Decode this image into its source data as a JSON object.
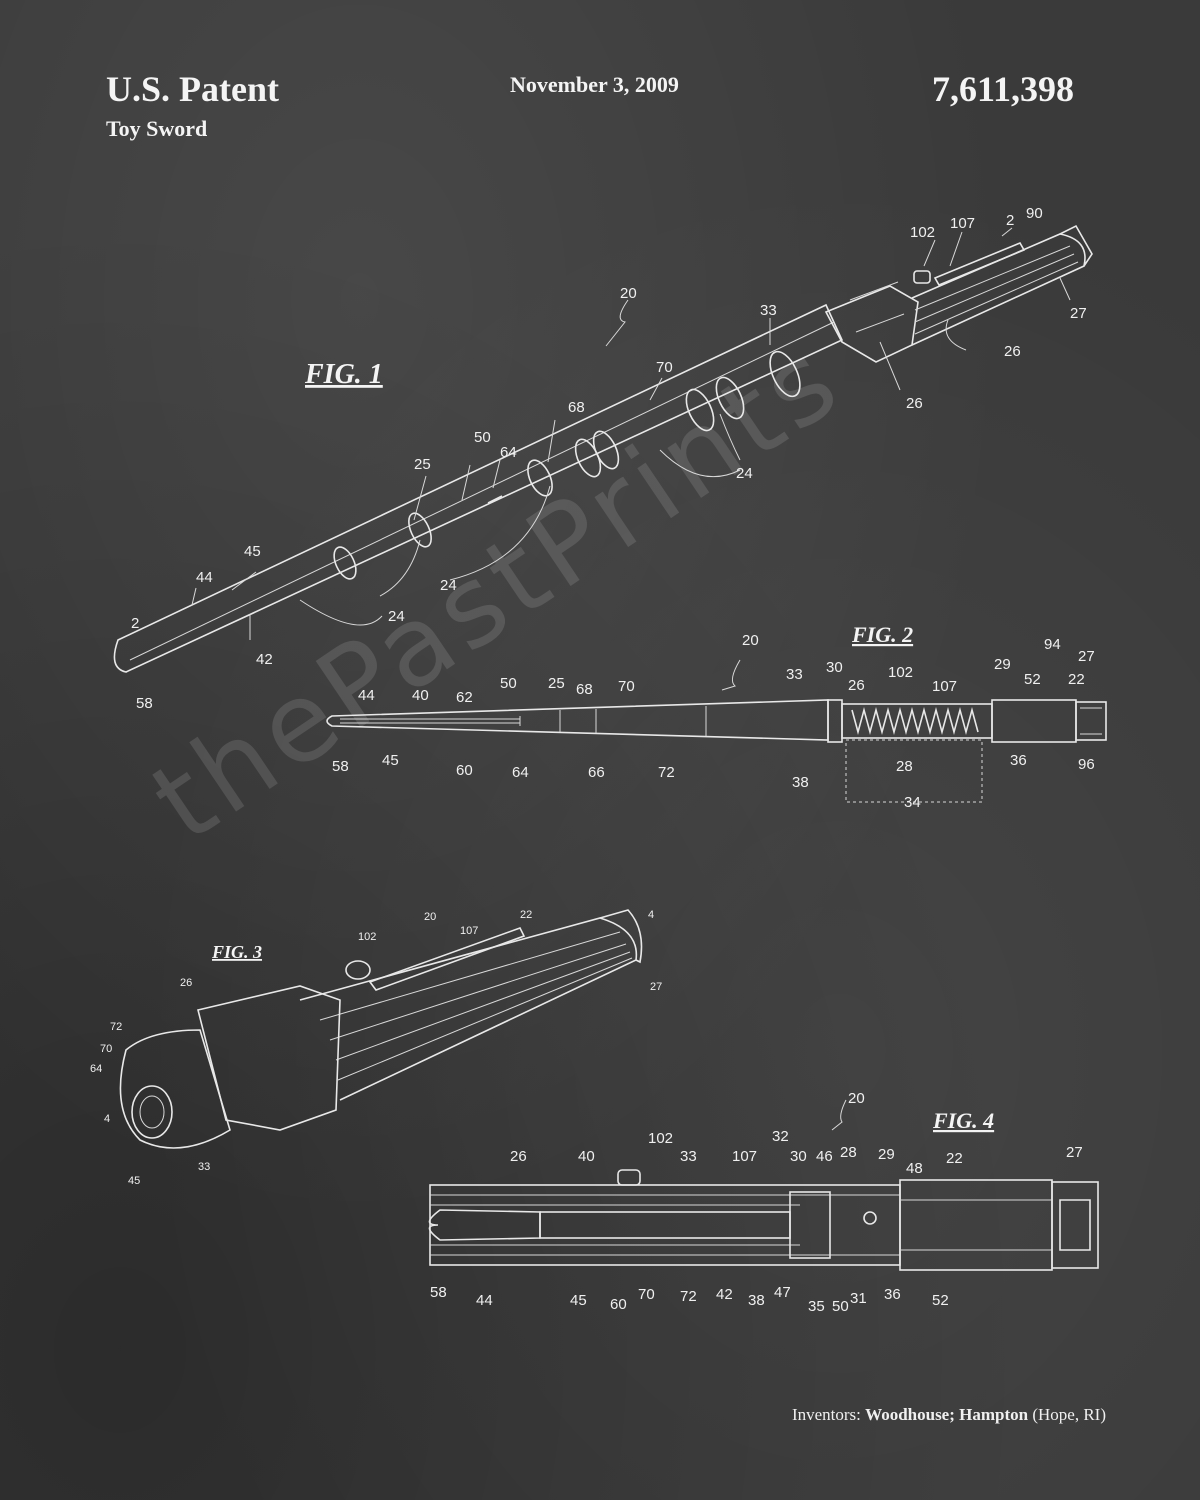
{
  "header": {
    "patent_label": "U.S. Patent",
    "subtitle": "Toy Sword",
    "date": "November 3, 2009",
    "number": "7,611,398"
  },
  "footer": {
    "inventors_prefix": "Inventors:",
    "inventors_names": "Woodhouse; Hampton",
    "inventors_location": "(Hope, RI)"
  },
  "watermark": "thePastPrints",
  "figures": {
    "fig1": {
      "title": "FIG. 1",
      "labels": [
        "20",
        "102",
        "107",
        "2",
        "90",
        "27",
        "33",
        "26",
        "26",
        "70",
        "68",
        "50",
        "64",
        "25",
        "24",
        "24",
        "24",
        "45",
        "44",
        "42",
        "2",
        "58"
      ]
    },
    "fig2": {
      "title": "FIG. 2",
      "labels": [
        "20",
        "33",
        "30",
        "26",
        "102",
        "107",
        "29",
        "94",
        "27",
        "52",
        "22",
        "44",
        "40",
        "62",
        "50",
        "25",
        "68",
        "70",
        "58",
        "45",
        "60",
        "64",
        "66",
        "72",
        "38",
        "28",
        "36",
        "96",
        "34"
      ]
    },
    "fig3": {
      "title": "FIG. 3",
      "labels": [
        "20",
        "107",
        "22",
        "4",
        "102",
        "26",
        "27",
        "72",
        "70",
        "64",
        "4",
        "45",
        "33"
      ]
    },
    "fig4": {
      "title": "FIG. 4",
      "labels": [
        "20",
        "102",
        "32",
        "26",
        "40",
        "33",
        "107",
        "30",
        "46",
        "28",
        "29",
        "48",
        "22",
        "27",
        "58",
        "44",
        "45",
        "60",
        "70",
        "72",
        "42",
        "38",
        "47",
        "35",
        "50",
        "31",
        "36",
        "52"
      ]
    }
  },
  "colors": {
    "chalkboard": "#3a3a3a",
    "chalk": "#f0f0f0"
  }
}
